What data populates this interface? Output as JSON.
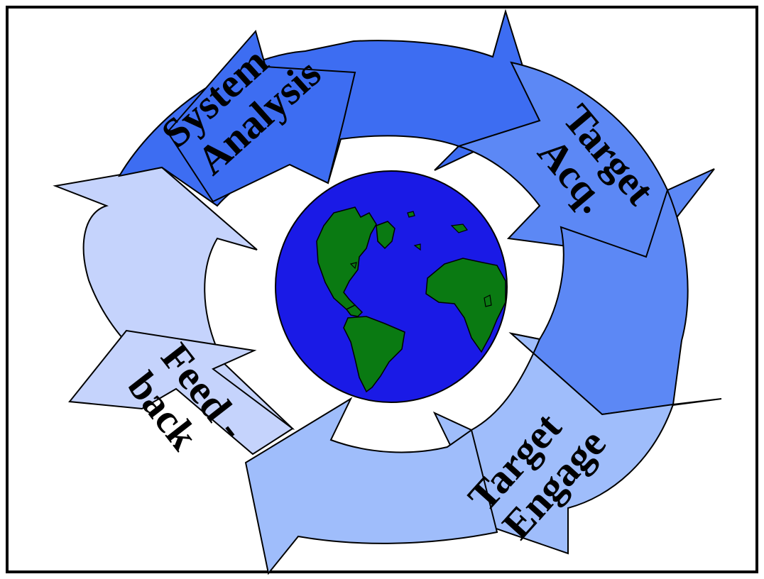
{
  "stages": [
    {
      "id": "system-analysis",
      "lines": [
        "System",
        "Analysis"
      ],
      "color": "#3d6df2"
    },
    {
      "id": "target-acq",
      "lines": [
        "Target",
        "Acq."
      ],
      "color": "#5c88f5"
    },
    {
      "id": "target-engage",
      "lines": [
        "Target",
        "Engage"
      ],
      "color": "#9fbdfb"
    },
    {
      "id": "feedback",
      "lines": [
        "Feed -",
        "back"
      ],
      "color": "#c5d3fc"
    }
  ],
  "globe": {
    "ocean_color": "#1a1ae6",
    "land_color": "#0a7a12"
  },
  "frame_color": "#000000"
}
